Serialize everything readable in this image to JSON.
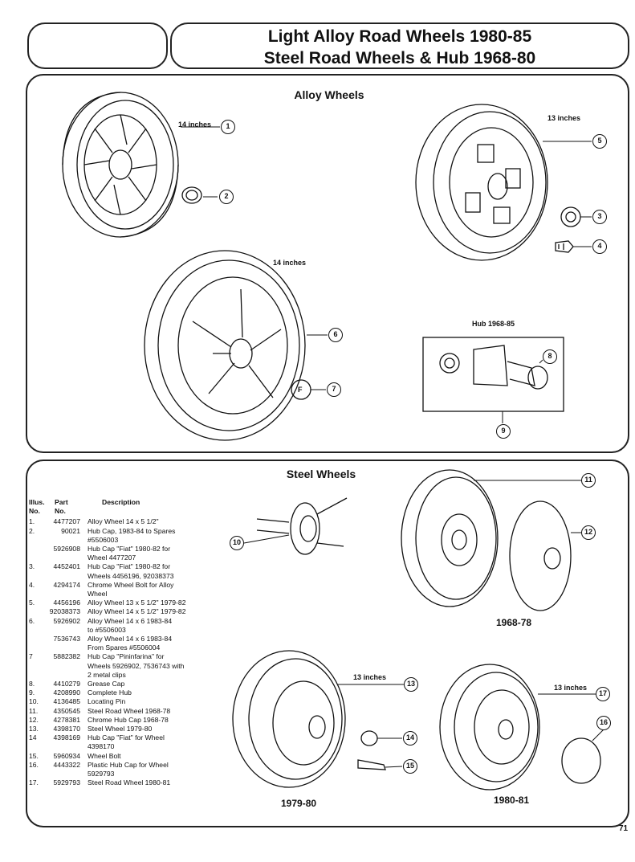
{
  "header": {
    "title_line1": "Light Alloy Road Wheels 1980-85",
    "title_line2": "Steel Road Wheels  & Hub 1968-80"
  },
  "alloy_section": {
    "title": "Alloy Wheels",
    "labels": {
      "w1_size": "14 inches",
      "w5_size": "13 inches",
      "w6_size": "14 inches",
      "hub": "Hub 1968-85",
      "cap_letter": "F"
    },
    "callouts": [
      "1",
      "2",
      "3",
      "4",
      "5",
      "6",
      "7",
      "8",
      "9"
    ]
  },
  "steel_section": {
    "title": "Steel Wheels",
    "labels": {
      "w13_size": "13 inches",
      "w17_size": "13 inches",
      "year_1968": "1968-78",
      "year_1979": "1979-80",
      "year_1980": "1980-81"
    },
    "callouts": [
      "10",
      "11",
      "12",
      "13",
      "14",
      "15",
      "16",
      "17"
    ]
  },
  "parts_table": {
    "headers": {
      "illus": "Illus.",
      "part": "Part",
      "description": "Description",
      "no1": "No.",
      "no2": "No."
    },
    "rows": [
      {
        "illus": "1.",
        "part": "4477207",
        "desc": "Alloy Wheel 14 x 5 1/2\""
      },
      {
        "illus": "2.",
        "part": "90021",
        "desc": "Hub Cap, 1983-84 to Spares"
      },
      {
        "illus": "",
        "part": "",
        "desc": "#5506003"
      },
      {
        "illus": "",
        "part": "5926908",
        "desc": "Hub Cap \"Fiat\" 1980-82 for"
      },
      {
        "illus": "",
        "part": "",
        "desc": "Wheel 4477207"
      },
      {
        "illus": "3.",
        "part": "4452401",
        "desc": "Hub Cap \"Fiat\" 1980-82 for"
      },
      {
        "illus": "",
        "part": "",
        "desc": "Wheels 4456196, 92038373"
      },
      {
        "illus": "4.",
        "part": "4294174",
        "desc": "Chrome Wheel Bolt for Alloy"
      },
      {
        "illus": "",
        "part": "",
        "desc": "Wheel"
      },
      {
        "illus": "5.",
        "part": "4456196",
        "desc": "Alloy Wheel 13 x 5 1/2\" 1979-82"
      },
      {
        "illus": "",
        "part": "92038373",
        "desc": "Alloy Wheel 14 x 5 1/2\" 1979-82"
      },
      {
        "illus": "6.",
        "part": "5926902",
        "desc": "Alloy Wheel 14 x 6 1983-84"
      },
      {
        "illus": "",
        "part": "",
        "desc": "to #5506003"
      },
      {
        "illus": "",
        "part": "7536743",
        "desc": "Alloy Wheel 14 x 6  1983-84"
      },
      {
        "illus": "",
        "part": "",
        "desc": "From Spares #5506004"
      },
      {
        "illus": "7",
        "part": "5882382",
        "desc": "Hub Cap \"Pininfarina\" for"
      },
      {
        "illus": "",
        "part": "",
        "desc": "Wheels 5926902, 7536743 with"
      },
      {
        "illus": "",
        "part": "",
        "desc": "2 metal clips"
      },
      {
        "illus": "8.",
        "part": "4410279",
        "desc": "Grease Cap"
      },
      {
        "illus": "9.",
        "part": "4208990",
        "desc": "Complete Hub"
      },
      {
        "illus": "10.",
        "part": "4136485",
        "desc": "Locating Pin"
      },
      {
        "illus": "11.",
        "part": "4350545",
        "desc": "Steel Road Wheel 1968-78"
      },
      {
        "illus": "12.",
        "part": "4278381",
        "desc": "Chrome Hub Cap 1968-78"
      },
      {
        "illus": "13.",
        "part": "4398170",
        "desc": "Steel Wheel 1979-80"
      },
      {
        "illus": "14",
        "part": "4398169",
        "desc": "Hub Cap \"Fiat\" for Wheel"
      },
      {
        "illus": "",
        "part": "",
        "desc": "4398170"
      },
      {
        "illus": "15.",
        "part": "5960934",
        "desc": "Wheel Bolt"
      },
      {
        "illus": "16.",
        "part": "4443322",
        "desc": "Plastic Hub Cap for Wheel"
      },
      {
        "illus": "",
        "part": "",
        "desc": "5929793"
      },
      {
        "illus": "17.",
        "part": "5929793",
        "desc": "Steel Road Wheel 1980-81"
      }
    ]
  },
  "page_number": "71"
}
